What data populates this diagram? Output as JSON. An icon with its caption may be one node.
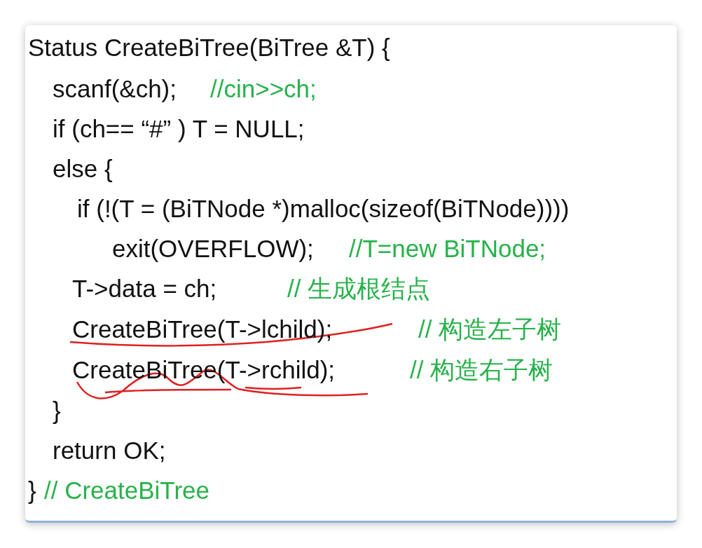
{
  "diagram": {
    "labels": [
      "Status CreateBiTree(BiTree &T) {",
      "scanf(&ch);",
      "//cin>>ch;",
      "if (ch== “#” )  T = NULL;",
      "else {",
      "if (!(T = (BiTNode *)malloc(sizeof(BiTNode))))",
      "exit(OVERFLOW);",
      "//T=new BiTNode;",
      "T->data = ch;",
      "// 生成根结点",
      "CreateBiTree(T->lchild);",
      "// 构造左子树",
      "CreateBiTree(T->rchild);",
      "// 构造右子树",
      "}",
      "return OK;",
      "}",
      "// CreateBiTree"
    ]
  }
}
